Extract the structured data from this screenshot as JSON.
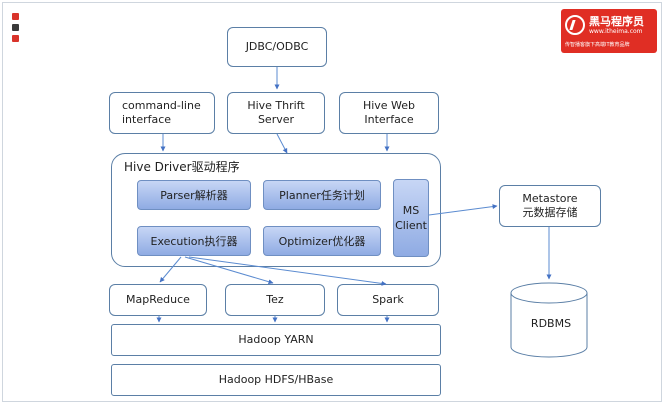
{
  "branding": {
    "name": "黑马程序员",
    "url": "www.itheima.com",
    "slogan": "传智播客旗下高端IT教育品牌",
    "colors": {
      "logo_bg": "#e02e24",
      "dot_red": "#d9342b",
      "dot_dark": "#3a3a3a"
    }
  },
  "clients": {
    "jdbc": "JDBC/ODBC",
    "cli": [
      "command-line",
      "interface"
    ],
    "thrift": [
      "Hive Thrift",
      "Server"
    ],
    "web": [
      "Hive Web",
      "Interface"
    ]
  },
  "driver": {
    "title": "Hive Driver驱动程序",
    "parser": "Parser解析器",
    "planner": "Planner任务计划",
    "execution": "Execution执行器",
    "optimizer": "Optimizer优化器",
    "ms_client": [
      "MS",
      "Client"
    ]
  },
  "metastore": [
    "Metastore",
    "元数据存储"
  ],
  "engines": {
    "mapreduce": "MapReduce",
    "tez": "Tez",
    "spark": "Spark"
  },
  "yarn": "Hadoop YARN",
  "hdfs": "Hadoop HDFS/HBase",
  "rdbms": "RDBMS"
}
